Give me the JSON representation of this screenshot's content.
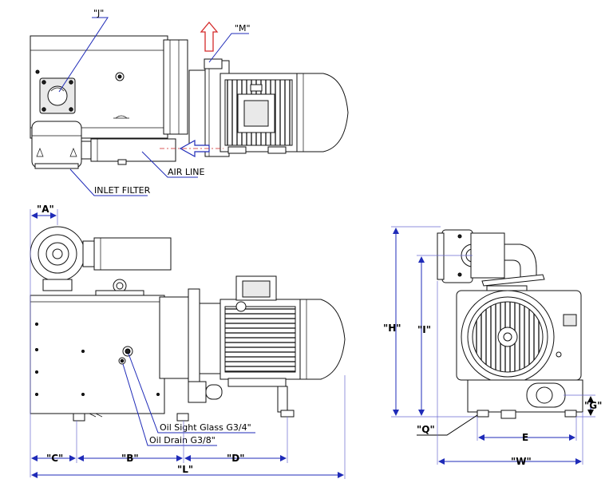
{
  "top_view": {
    "label_j": "\"J\"",
    "label_m": "\"M\"",
    "label_air_line": "AIR LINE",
    "label_inlet_filter": "INLET FILTER"
  },
  "side_view": {
    "dim_a": "\"A\"",
    "dim_c": "\"C\"",
    "dim_b": "\"B\"",
    "dim_d": "\"D\"",
    "dim_l": "\"L\"",
    "label_oil_sight": "Oil Sight Glass G3/4\"",
    "label_oil_drain": "Oil Drain G3/8\""
  },
  "end_view": {
    "dim_h": "\"H\"",
    "dim_i": "\"I\"",
    "dim_g": "\"G\"",
    "dim_q": "\"Q\"",
    "dim_e": "E",
    "dim_w": "\"W\""
  },
  "colors": {
    "leader": "#1f2bb8",
    "arrow": "#d42a2a",
    "line": "#111111"
  }
}
